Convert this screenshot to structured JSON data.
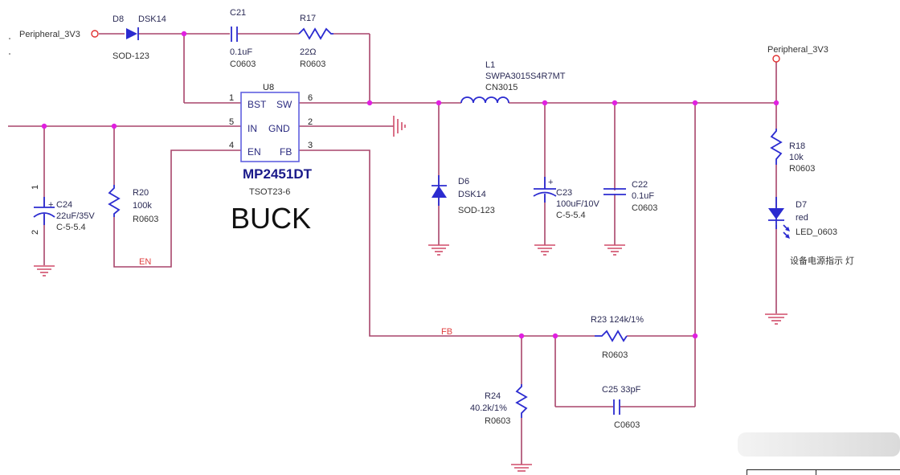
{
  "title_text": "BUCK",
  "nets": {
    "input_port": "Peripheral_3V3",
    "output_port": "Peripheral_3V3",
    "en_label": "EN",
    "fb_label": "FB"
  },
  "u8": {
    "ref": "U8",
    "part": "MP2451DT",
    "package": "TSOT23-6",
    "pins": [
      {
        "num": "1",
        "name": "BST"
      },
      {
        "num": "5",
        "name": "IN"
      },
      {
        "num": "4",
        "name": "EN"
      },
      {
        "num": "6",
        "name": "SW"
      },
      {
        "num": "2",
        "name": "GND"
      },
      {
        "num": "3",
        "name": "FB"
      }
    ]
  },
  "components": {
    "d8": {
      "ref": "D8",
      "value": "DSK14",
      "package": "SOD-123"
    },
    "c21": {
      "ref": "C21",
      "value": "0.1uF",
      "package": "C0603"
    },
    "r17": {
      "ref": "R17",
      "value": "22Ω",
      "package": "R0603"
    },
    "l1": {
      "ref": "L1",
      "value": "SWPA3015S4R7MT",
      "package": "CN3015"
    },
    "c24": {
      "ref": "C24",
      "value": "22uF/35V",
      "package": "C-5-5.4",
      "pin1": "1",
      "pin2": "2",
      "polarity": "+"
    },
    "r20": {
      "ref": "R20",
      "value": "100k",
      "package": "R0603"
    },
    "d6": {
      "ref": "D6",
      "value": "DSK14",
      "package": "SOD-123"
    },
    "c23": {
      "ref": "C23",
      "value": "100uF/10V",
      "package": "C-5-5.4",
      "polarity": "+"
    },
    "c22": {
      "ref": "C22",
      "value": "0.1uF",
      "package": "C0603"
    },
    "r18": {
      "ref": "R18",
      "value": "10k",
      "package": "R0603"
    },
    "d7": {
      "ref": "D7",
      "value": "red",
      "package": "LED_0603",
      "note": "设备电源指示 灯"
    },
    "r23": {
      "ref_value": "R23  124k/1%",
      "package": "R0603"
    },
    "c25": {
      "ref_value": "C25 33pF",
      "package": "C0603"
    },
    "r24": {
      "ref": "R24",
      "value": "40.2k/1%",
      "package": "R0603"
    }
  },
  "colors": {
    "wire": "#a8456b",
    "component": "#2b2bd0",
    "junction": "#e020e0",
    "net_label": "#e04040"
  }
}
